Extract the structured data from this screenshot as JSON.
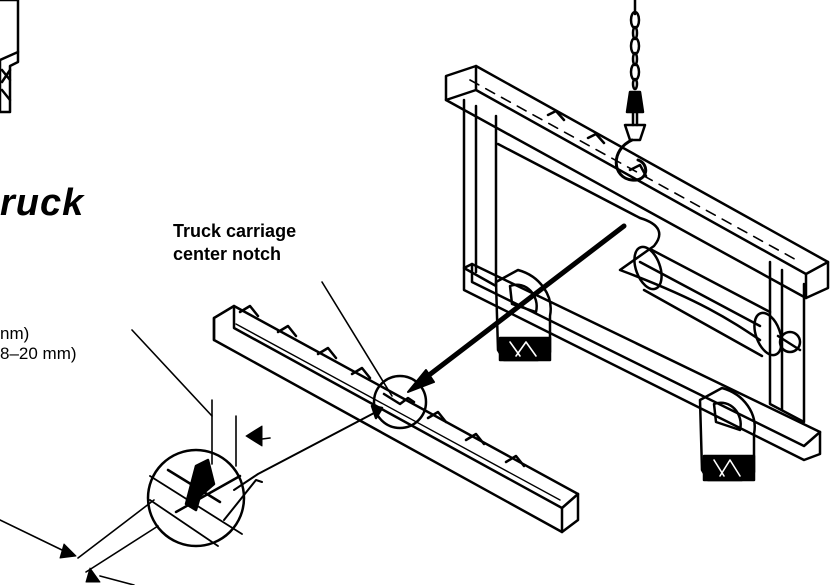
{
  "heading": {
    "text": "ruck"
  },
  "callout": {
    "line1": "Truck carriage",
    "line2": "center notch"
  },
  "dimensions": {
    "line1": "nm)",
    "line2": "8–20 mm)"
  },
  "colors": {
    "ink": "#000000",
    "paper": "#ffffff"
  }
}
